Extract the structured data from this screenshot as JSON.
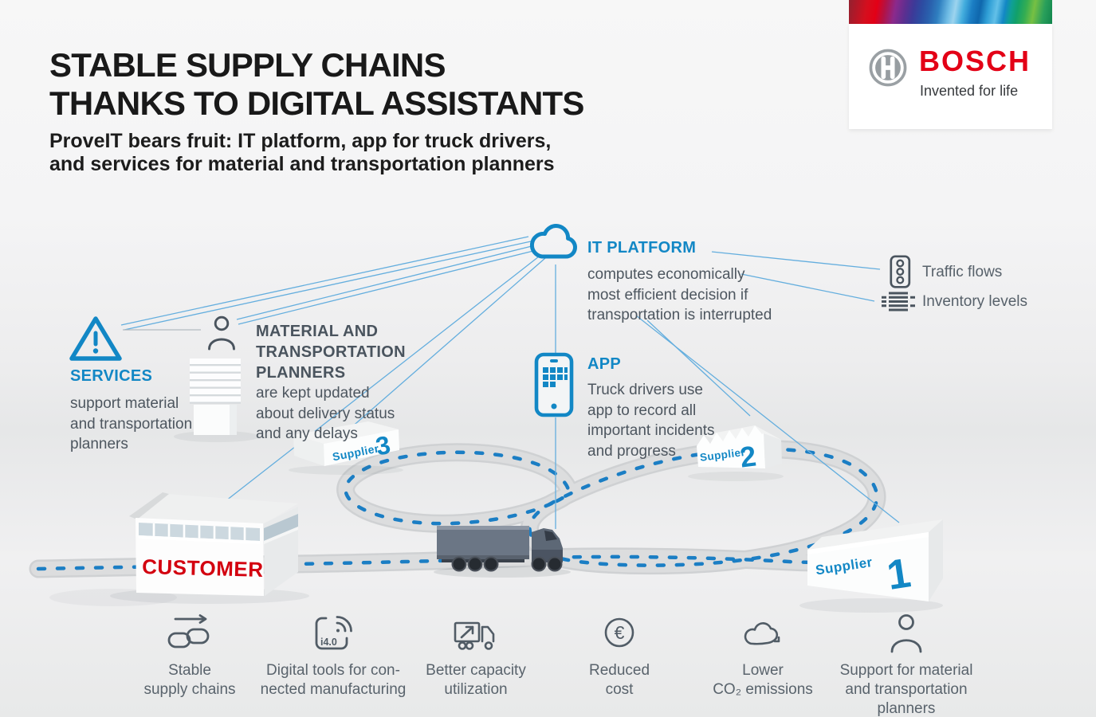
{
  "header": {
    "title_lines": [
      "STABLE SUPPLY CHAINS",
      "THANKS TO DIGITAL ASSISTANTS"
    ],
    "subtitle_lines": [
      "ProveIT bears fruit: IT platform, app for truck drivers,",
      "and services for material and transportation planners"
    ]
  },
  "brand": {
    "name": "BOSCH",
    "tagline": "Invented for life"
  },
  "nodes": {
    "it_platform": {
      "label": "IT PLATFORM",
      "lines": [
        "computes economically",
        "most efficient decision if",
        "transportation is interrupted"
      ]
    },
    "app": {
      "label": "APP",
      "lines": [
        "Truck drivers use",
        "app to record all",
        "important incidents",
        "and progress"
      ]
    },
    "services": {
      "label": "SERVICES",
      "lines": [
        "support material",
        "and transportation",
        "planners"
      ]
    },
    "planners": {
      "title_lines": [
        "MATERIAL AND",
        "TRANSPORTATION",
        "PLANNERS"
      ],
      "lines": [
        "are kept updated",
        "about delivery status",
        "and any delays"
      ]
    },
    "traffic": {
      "label": "Traffic flows"
    },
    "inventory": {
      "label": "Inventory levels"
    }
  },
  "map": {
    "customer_label": "CUSTOMER",
    "suppliers": [
      {
        "word": "Supplier",
        "number": "1"
      },
      {
        "word": "Supplier",
        "number": "2"
      },
      {
        "word": "Supplier",
        "number": "3"
      }
    ]
  },
  "benefits": [
    {
      "icon": "supply-chain-icon",
      "lines": [
        "Stable",
        "supply chains"
      ]
    },
    {
      "icon": "i40-device-icon",
      "icon_text": "i4.0",
      "lines": [
        "Digital tools for con-",
        "nected manufacturing"
      ]
    },
    {
      "icon": "truck-capacity-icon",
      "lines": [
        "Better capacity",
        "utilization"
      ]
    },
    {
      "icon": "euro-coin-icon",
      "icon_text": "€",
      "lines": [
        "Reduced",
        "cost"
      ]
    },
    {
      "icon": "co2-cloud-icon",
      "lines": [
        "Lower",
        "CO₂ emissions"
      ]
    },
    {
      "icon": "person-icon",
      "lines": [
        "Support for material",
        "and transportation",
        "planners"
      ]
    }
  ],
  "colors": {
    "bosch_red": "#e30016",
    "bosch_blue": "#1287c5",
    "slate_text": "#4a545e",
    "road_dash": "#1b7ec4"
  }
}
